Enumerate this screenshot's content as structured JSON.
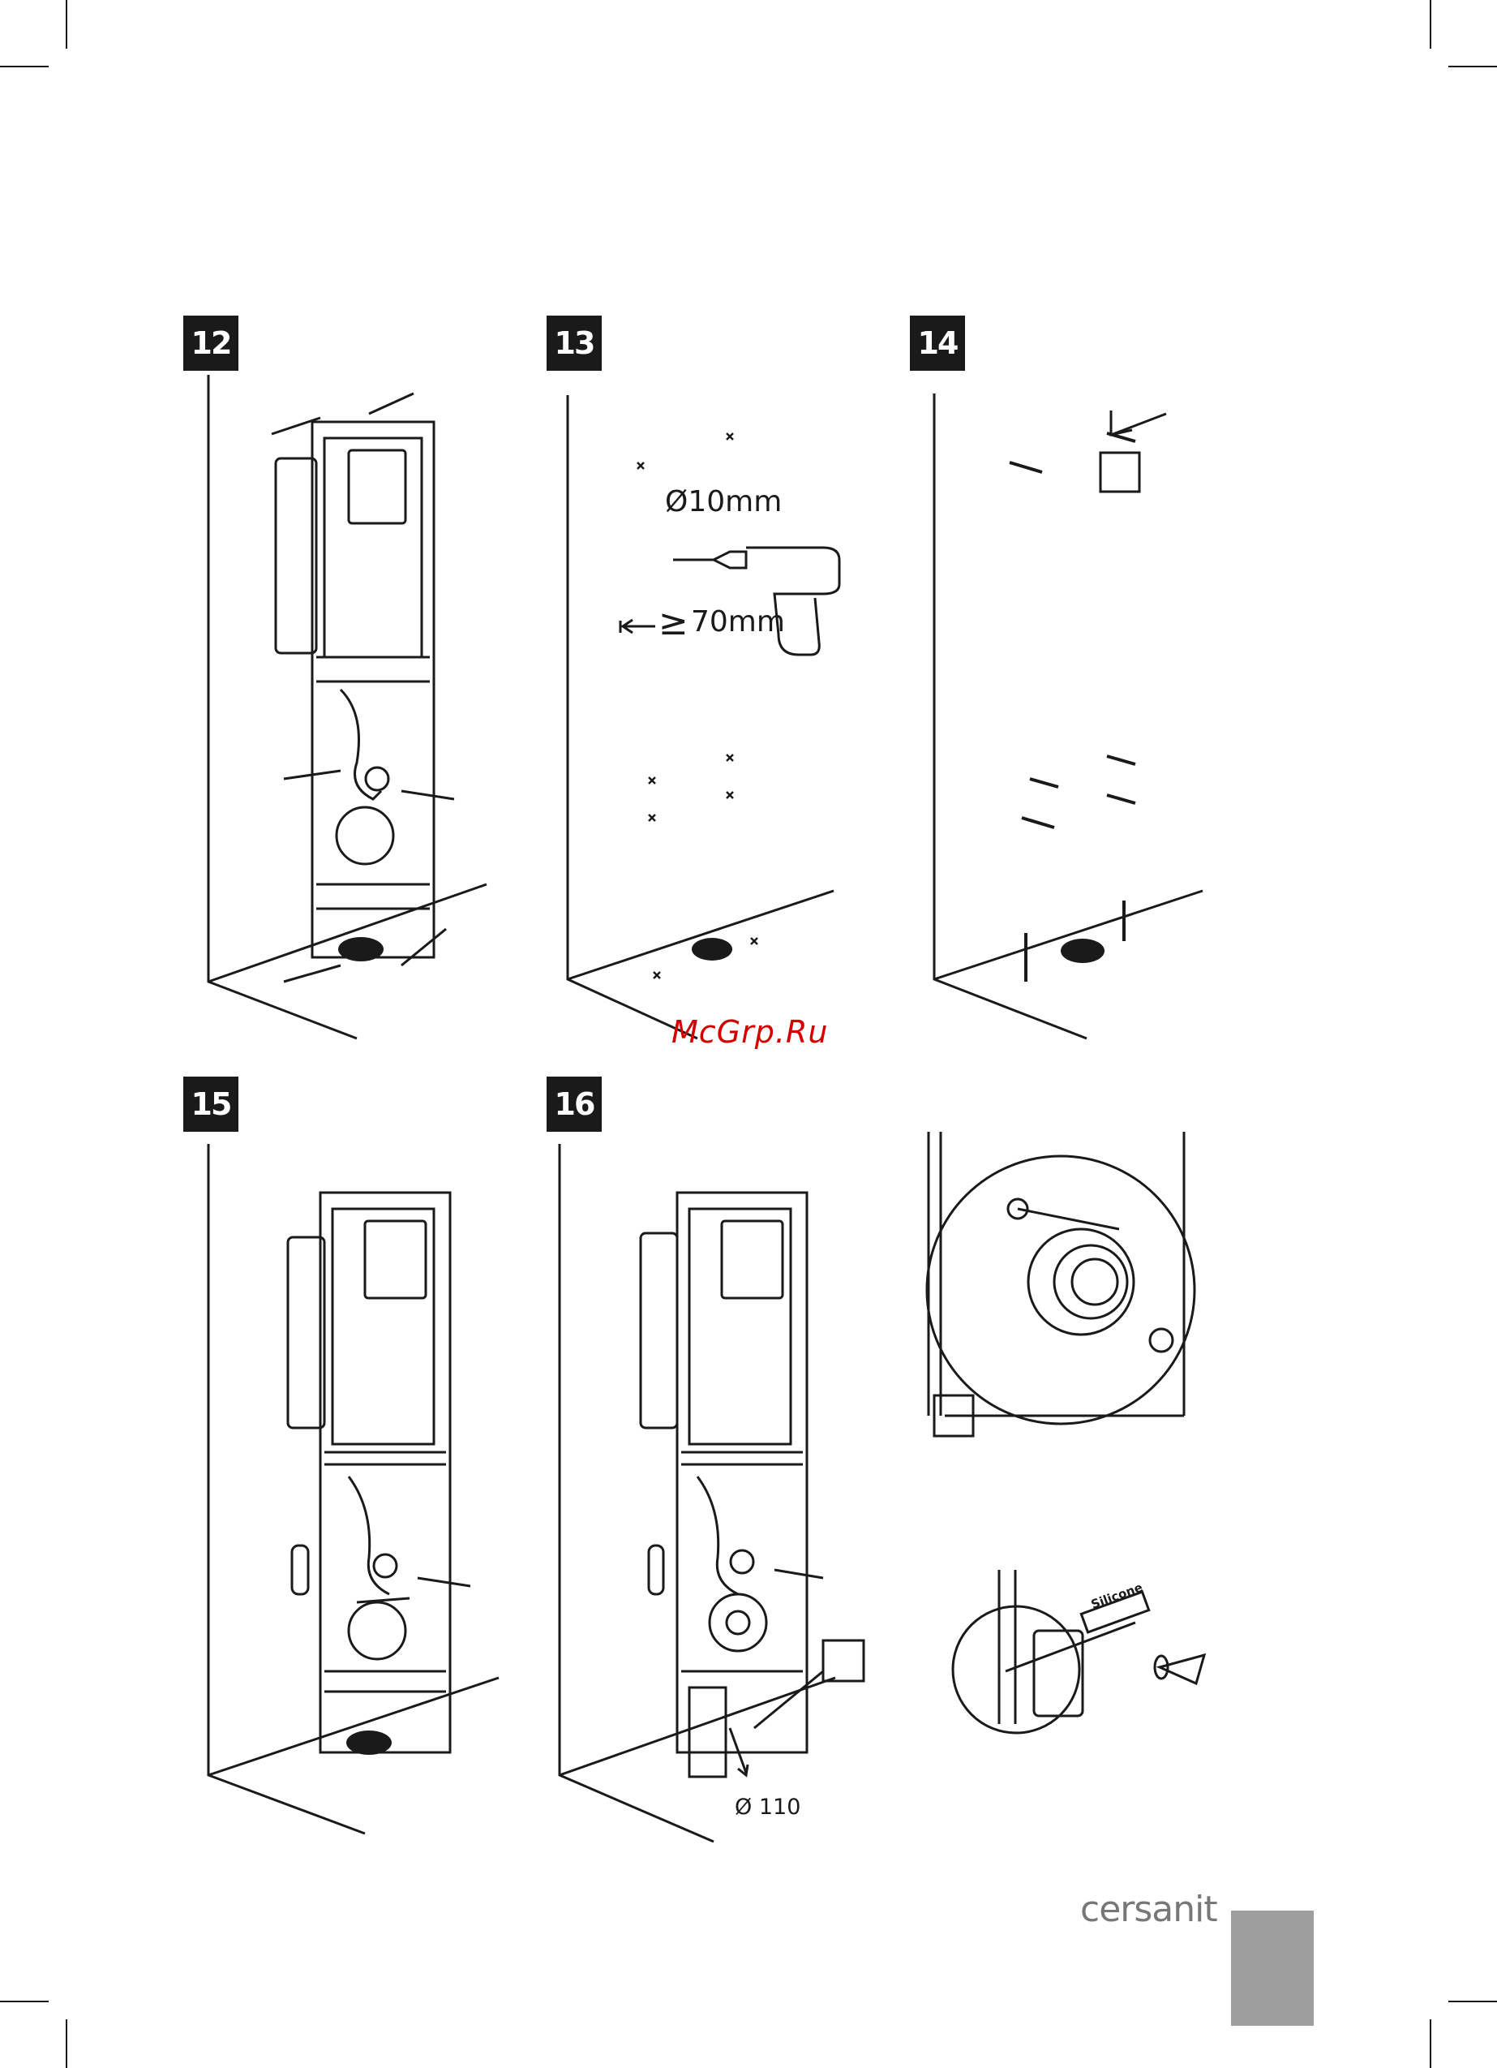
{
  "steps": [
    {
      "number": "12"
    },
    {
      "number": "13"
    },
    {
      "number": "14"
    },
    {
      "number": "15"
    },
    {
      "number": "16"
    }
  ],
  "step13": {
    "drill_diameter": "Ø10mm",
    "drill_depth": "70mm",
    "depth_symbol": "≥"
  },
  "step16": {
    "pipe_diameter": "Ø 110",
    "sealant_label": "Silicone"
  },
  "watermark": "McGrp.Ru",
  "brand": "cersanit",
  "colors": {
    "ink": "#1a1a1a",
    "watermark": "#d40000",
    "page_tab": "#9e9e9e",
    "brand": "#777777"
  }
}
